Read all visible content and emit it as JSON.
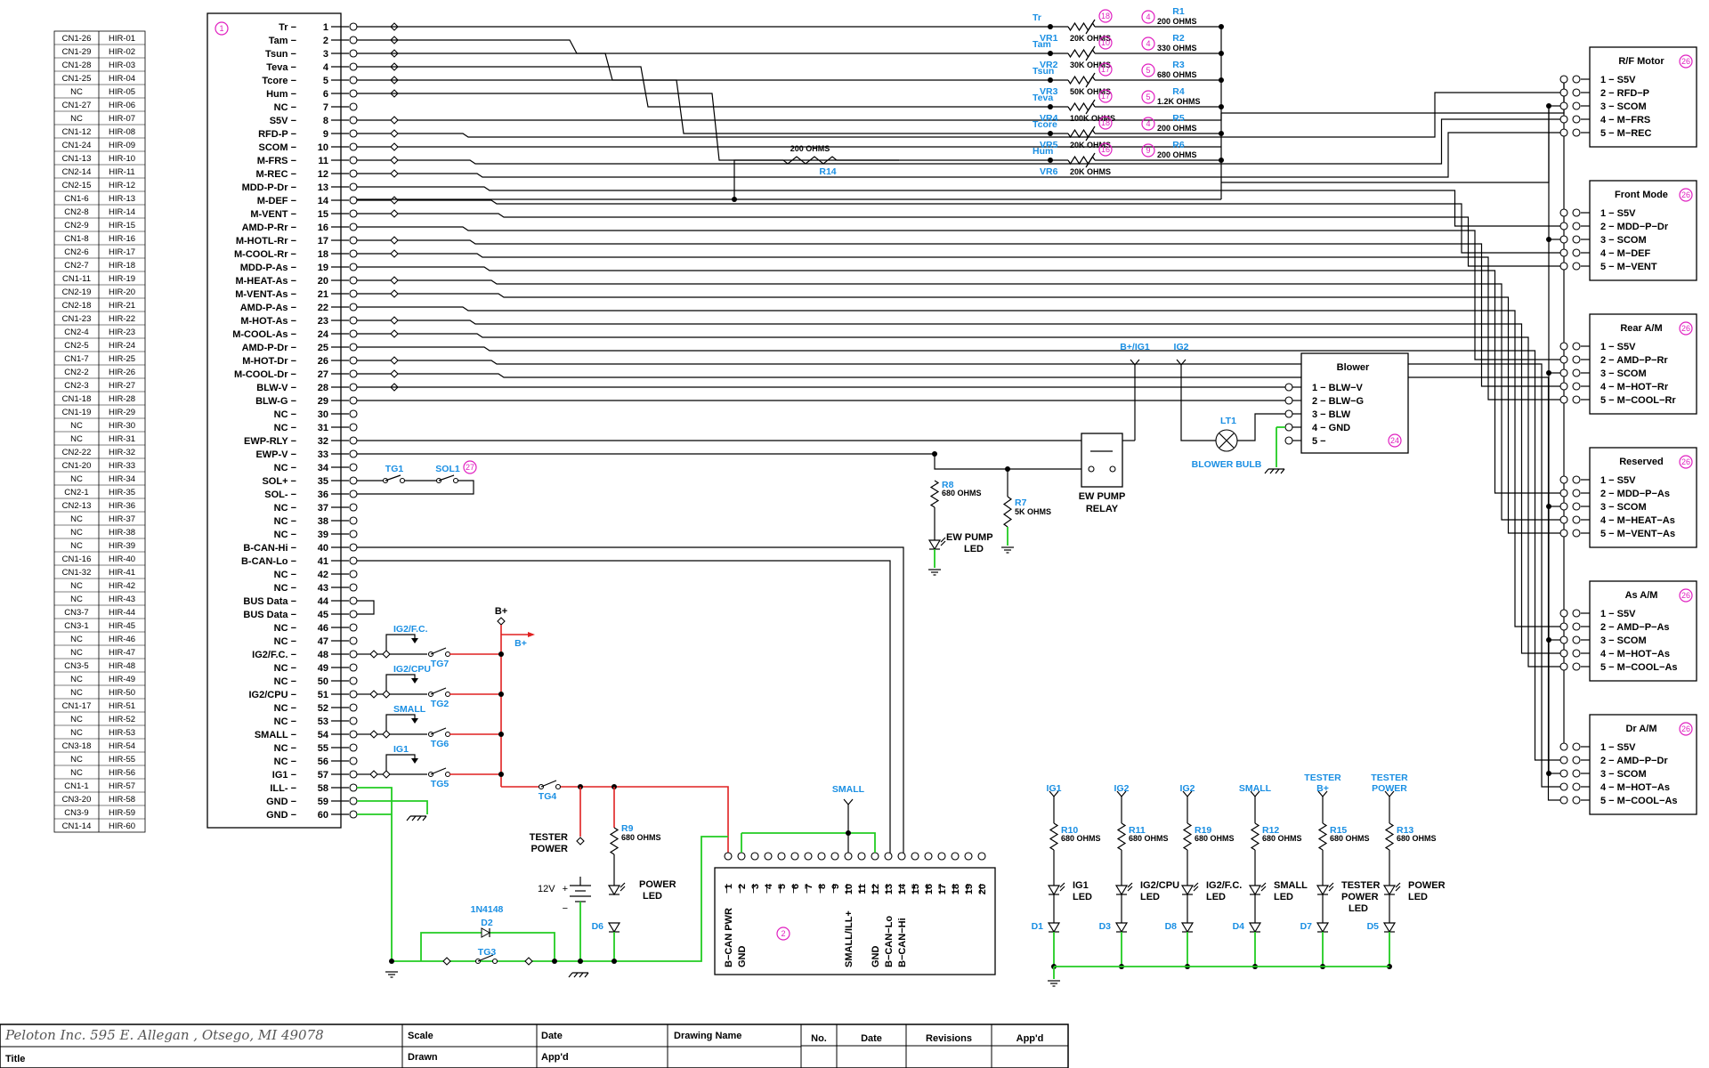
{
  "cross_reference": [
    [
      "CN1-26",
      "HIR-01"
    ],
    [
      "CN1-29",
      "HIR-02"
    ],
    [
      "CN1-28",
      "HIR-03"
    ],
    [
      "CN1-25",
      "HIR-04"
    ],
    [
      "NC",
      "HIR-05"
    ],
    [
      "CN1-27",
      "HIR-06"
    ],
    [
      "NC",
      "HIR-07"
    ],
    [
      "CN1-12",
      "HIR-08"
    ],
    [
      "CN1-24",
      "HIR-09"
    ],
    [
      "CN1-13",
      "HIR-10"
    ],
    [
      "CN2-14",
      "HIR-11"
    ],
    [
      "CN2-15",
      "HIR-12"
    ],
    [
      "CN1-6",
      "HIR-13"
    ],
    [
      "CN2-8",
      "HIR-14"
    ],
    [
      "CN2-9",
      "HIR-15"
    ],
    [
      "CN1-8",
      "HIR-16"
    ],
    [
      "CN2-6",
      "HIR-17"
    ],
    [
      "CN2-7",
      "HIR-18"
    ],
    [
      "CN1-11",
      "HIR-19"
    ],
    [
      "CN2-19",
      "HIR-20"
    ],
    [
      "CN2-18",
      "HIR-21"
    ],
    [
      "CN1-23",
      "HIR-22"
    ],
    [
      "CN2-4",
      "HIR-23"
    ],
    [
      "CN2-5",
      "HIR-24"
    ],
    [
      "CN1-7",
      "HIR-25"
    ],
    [
      "CN2-2",
      "HIR-26"
    ],
    [
      "CN2-3",
      "HIR-27"
    ],
    [
      "CN1-18",
      "HIR-28"
    ],
    [
      "CN1-19",
      "HIR-29"
    ],
    [
      "NC",
      "HIR-30"
    ],
    [
      "NC",
      "HIR-31"
    ],
    [
      "CN2-22",
      "HIR-32"
    ],
    [
      "CN1-20",
      "HIR-33"
    ],
    [
      "NC",
      "HIR-34"
    ],
    [
      "CN2-1",
      "HIR-35"
    ],
    [
      "CN2-13",
      "HIR-36"
    ],
    [
      "NC",
      "HIR-37"
    ],
    [
      "NC",
      "HIR-38"
    ],
    [
      "NC",
      "HIR-39"
    ],
    [
      "CN1-16",
      "HIR-40"
    ],
    [
      "CN1-32",
      "HIR-41"
    ],
    [
      "NC",
      "HIR-42"
    ],
    [
      "NC",
      "HIR-43"
    ],
    [
      "CN3-7",
      "HIR-44"
    ],
    [
      "CN3-1",
      "HIR-45"
    ],
    [
      "NC",
      "HIR-46"
    ],
    [
      "NC",
      "HIR-47"
    ],
    [
      "CN3-5",
      "HIR-48"
    ],
    [
      "NC",
      "HIR-49"
    ],
    [
      "NC",
      "HIR-50"
    ],
    [
      "CN1-17",
      "HIR-51"
    ],
    [
      "NC",
      "HIR-52"
    ],
    [
      "NC",
      "HIR-53"
    ],
    [
      "CN3-18",
      "HIR-54"
    ],
    [
      "NC",
      "HIR-55"
    ],
    [
      "NC",
      "HIR-56"
    ],
    [
      "CN1-1",
      "HIR-57"
    ],
    [
      "CN3-20",
      "HIR-58"
    ],
    [
      "CN3-9",
      "HIR-59"
    ],
    [
      "CN1-14",
      "HIR-60"
    ]
  ],
  "main_connector": {
    "number": "1",
    "pins": [
      "Tr",
      "Tam",
      "Tsun",
      "Teva",
      "Tcore",
      "Hum",
      "NC",
      "S5V",
      "RFD-P",
      "SCOM",
      "M-FRS",
      "M-REC",
      "MDD-P-Dr",
      "M-DEF",
      "M-VENT",
      "AMD-P-Rr",
      "M-HOTL-Rr",
      "M-COOL-Rr",
      "MDD-P-As",
      "M-HEAT-As",
      "M-VENT-As",
      "AMD-P-As",
      "M-HOT-As",
      "M-COOL-As",
      "AMD-P-Dr",
      "M-HOT-Dr",
      "M-COOL-Dr",
      "BLW-V",
      "BLW-G",
      "NC",
      "NC",
      "EWP-RLY",
      "EWP-V",
      "NC",
      "SOL+",
      "SOL-",
      "NC",
      "NC",
      "NC",
      "B-CAN-Hi",
      "B-CAN-Lo",
      "NC",
      "NC",
      "BUS Data",
      "BUS Data",
      "NC",
      "NC",
      "IG2/F.C.",
      "NC",
      "NC",
      "IG2/CPU",
      "NC",
      "NC",
      "SMALL",
      "NC",
      "NC",
      "IG1",
      "ILL-",
      "GND",
      "GND"
    ]
  },
  "sensors": [
    {
      "tag": "Tr",
      "vr": "VR1",
      "vr_value": "20K OHMS",
      "vr_num": "18",
      "r": "R1",
      "r_value": "200 OHMS",
      "r_num": "4"
    },
    {
      "tag": "Tam",
      "vr": "VR2",
      "vr_value": "30K OHMS",
      "vr_num": "10",
      "r": "R2",
      "r_value": "330 OHMS",
      "r_num": "4"
    },
    {
      "tag": "Tsun",
      "vr": "VR3",
      "vr_value": "50K OHMS",
      "vr_num": "17",
      "r": "R3",
      "r_value": "680 OHMS",
      "r_num": "5"
    },
    {
      "tag": "Teva",
      "vr": "VR4",
      "vr_value": "100K OHMS",
      "vr_num": "17",
      "r": "R4",
      "r_value": "1.2K OHMS",
      "r_num": "5"
    },
    {
      "tag": "Tcore",
      "vr": "VR5",
      "vr_value": "20K OHMS",
      "vr_num": "18",
      "r": "R5",
      "r_value": "200 OHMS",
      "r_num": "4"
    },
    {
      "tag": "Hum",
      "vr": "VR6",
      "vr_value": "20K OHMS",
      "vr_num": "16",
      "r": "R6",
      "r_value": "200 OHMS",
      "r_num": "9"
    }
  ],
  "r14": {
    "label": "R14",
    "value": "200 OHMS"
  },
  "motors": [
    {
      "title": "R/F Motor",
      "num": "26",
      "pins": [
        "1 − S5V",
        "2 − RFD−P",
        "3 − SCOM",
        "4 − M−FRS",
        "5 − M−REC"
      ]
    },
    {
      "title": "Front Mode",
      "num": "26",
      "pins": [
        "1 − S5V",
        "2 − MDD−P−Dr",
        "3 − SCOM",
        "4 − M−DEF",
        "5 − M−VENT"
      ]
    },
    {
      "title": "Rear A/M",
      "num": "26",
      "pins": [
        "1 − S5V",
        "2 − AMD−P−Rr",
        "3 − SCOM",
        "4 − M−HOT−Rr",
        "5 − M−COOL−Rr"
      ]
    },
    {
      "title": "Reserved",
      "num": "26",
      "pins": [
        "1 − S5V",
        "2 − MDD−P−As",
        "3 − SCOM",
        "4 − M−HEAT−As",
        "5 − M−VENT−As"
      ]
    },
    {
      "title": "As A/M",
      "num": "26",
      "pins": [
        "1 − S5V",
        "2 − AMD−P−As",
        "3 − SCOM",
        "4 − M−HOT−As",
        "5 − M−COOL−As"
      ]
    },
    {
      "title": "Dr A/M",
      "num": "26",
      "pins": [
        "1 − S5V",
        "2 − AMD−P−Dr",
        "3 − SCOM",
        "4 − M−HOT−As",
        "5 − M−COOL−As"
      ]
    }
  ],
  "blower": {
    "title": "Blower",
    "num": "24",
    "pins": [
      "1 − BLW−V",
      "2 − BLW−G",
      "3 − BLW",
      "4 − GND",
      "5 −"
    ],
    "feeds": [
      "B+/IG1",
      "IG2"
    ],
    "bulb_tag": "LT1",
    "bulb_label": "BLOWER BULB"
  },
  "relay": {
    "line1": "EW PUMP",
    "line2": "RELAY"
  },
  "r8": {
    "label": "R8",
    "value": "680 OHMS",
    "led1": "EW PUMP",
    "led2": "LED"
  },
  "r7": {
    "label": "R7",
    "value": "5K OHMS"
  },
  "solenoid": {
    "switch": "TG1",
    "label": "SOL1",
    "num": "27"
  },
  "switches": [
    {
      "label": "IG2/F.C.",
      "tg": "TG7"
    },
    {
      "label": "IG2/CPU",
      "tg": "TG2"
    },
    {
      "label": "SMALL",
      "tg": "TG6"
    },
    {
      "label": "IG1",
      "tg": "TG5"
    }
  ],
  "bplus": {
    "top": "B+",
    "arrow": "B+"
  },
  "power": {
    "tg4": "TG4",
    "tester1": "TESTER",
    "tester2": "POWER",
    "voltage": "12V",
    "plus": "+",
    "minus": "−",
    "r9": "R9",
    "r9_value": "680 OHMS",
    "led1": "POWER",
    "led2": "LED",
    "d6": "D6",
    "diode": "1N4148",
    "d2": "D2",
    "tg3": "TG3"
  },
  "can_connector": {
    "num": "2",
    "small_tag": "SMALL",
    "pins": [
      "1",
      "2",
      "3",
      "4",
      "5",
      "6",
      "7",
      "8",
      "9",
      "10",
      "11",
      "12",
      "13",
      "14",
      "15",
      "16",
      "17",
      "18",
      "19",
      "20"
    ],
    "labels": [
      "B−CAN PWR",
      "GND",
      "SMALL/ILL+",
      "GND",
      "B−CAN−Lo",
      "B−CAN−Hi"
    ]
  },
  "leds": [
    {
      "feed": "IG1",
      "r": "R10",
      "v": "680 OHMS",
      "l1": "IG1",
      "l2": "LED",
      "l3": "",
      "d": "D1"
    },
    {
      "feed": "IG2",
      "r": "R11",
      "v": "680 OHMS",
      "l1": "IG2/CPU",
      "l2": "LED",
      "l3": "",
      "d": "D3"
    },
    {
      "feed": "IG2",
      "r": "R19",
      "v": "680 OHMS",
      "l1": "IG2/F.C.",
      "l2": "LED",
      "l3": "",
      "d": "D8"
    },
    {
      "feed": "SMALL",
      "r": "R12",
      "v": "680 OHMS",
      "l1": "SMALL",
      "l2": "LED",
      "l3": "",
      "d": "D4"
    },
    {
      "feed": "TESTER B+",
      "r": "R15",
      "v": "680 OHMS",
      "l1": "TESTER",
      "l2": "POWER",
      "l3": "LED",
      "d": "D7"
    },
    {
      "feed": "TESTER POWER",
      "r": "R13",
      "v": "680 OHMS",
      "l1": "POWER",
      "l2": "LED",
      "l3": "",
      "d": "D5"
    }
  ],
  "title_block": {
    "company": "Peloton Inc. 595 E. Allegan , Otsego, MI 49078",
    "title": "Title",
    "scale": "Scale",
    "drawn": "Drawn",
    "date": "Date",
    "appd": "App'd",
    "drawing_name": "Drawing Name",
    "no": "No.",
    "date2": "Date",
    "revisions": "Revisions",
    "appd2": "App'd"
  },
  "colors": {
    "power": "#e02020",
    "ground": "#22cc22",
    "labels": "#1a8fe3",
    "callout": "#e020c0"
  }
}
